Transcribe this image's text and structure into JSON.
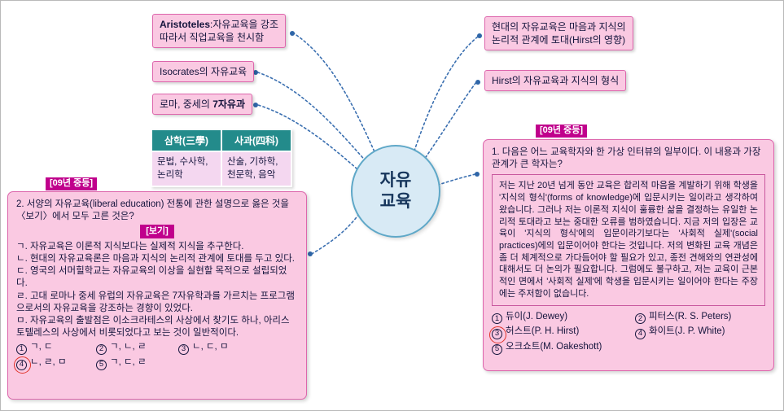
{
  "colors": {
    "pink_fill": "#FAC9E2",
    "pink_border": "#DD66AC",
    "magenta_label": "#C0008C",
    "teal_header": "#238B8B",
    "table_body_pink": "#F4D7F0",
    "circle_fill": "#D8EAF5",
    "circle_border": "#5FA8C8",
    "connector_blue": "#3A6FB0",
    "answer_ring_red": "#E03228"
  },
  "center_node": {
    "line1": "자유",
    "line2": "교육"
  },
  "nodes": {
    "aristoteles": {
      "bold": "Aristoteles",
      "rest": ":자유교육을 강조",
      "line2": "따라서 직업교육을 천시함"
    },
    "isocrates": {
      "label": "Isocrates의 자유교육"
    },
    "roma": {
      "prefix": "로마, 중세의 ",
      "bold": "7자유과"
    },
    "modern": {
      "line1": "현대의 자유교육은 마음과 지식의",
      "line2": "논리적 관계에 토대(Hirst의 영향)"
    },
    "hirst": {
      "label": "Hirst의 자유교육과 지식의 형식"
    }
  },
  "table": {
    "headers": [
      "삼학(三學)",
      "사과(四科)"
    ],
    "row": [
      "문법, 수사학, 논리학",
      "산술, 기하학, 천문학, 음악"
    ]
  },
  "question2": {
    "tag": "[09년 중등]",
    "stem": "2. 서양의 자유교육(liberal education) 전통에 관한 설명으로 옳은 것을 〈보기〉에서 모두 고른 것은?",
    "boki": "[보기]",
    "items": [
      "ㄱ. 자유교육은 이론적 지식보다는 실제적 지식을 추구한다.",
      "ㄴ. 현대의 자유교육론은 마음과 지식의 논리적 관계에 토대를 두고 있다.",
      "ㄷ. 영국의 서머힐학교는 자유교육의 이상을 실현할 목적으로 설립되었다.",
      "ㄹ. 고대 로마나 중세 유럽의 자유교육은 7자유학과를 가르치는 프로그램으로서의 자유교육을 강조하는 경향이 있었다.",
      "ㅁ. 자유교육의 출발점은 이소크라테스의 사상에서 찾기도 하나, 아리스토텔레스의 사상에서 비롯되었다고 보는 것이 일반적이다."
    ],
    "options": [
      {
        "num": "1",
        "text": "ㄱ, ㄷ"
      },
      {
        "num": "2",
        "text": "ㄱ, ㄴ, ㄹ"
      },
      {
        "num": "3",
        "text": "ㄴ, ㄷ, ㅁ"
      },
      {
        "num": "4",
        "text": "ㄴ, ㄹ, ㅁ"
      },
      {
        "num": "5",
        "text": "ㄱ, ㄷ, ㄹ"
      }
    ],
    "answer_num": "4"
  },
  "question1": {
    "tag": "[09년 중등]",
    "stem": "1. 다음은 어느 교육학자와 한 가상 인터뷰의 일부이다. 이 내용과 가장 관계가 큰 학자는?",
    "passage": "저는 지난 20년 넘게 동안 교육은 합리적 마음을 계발하기 위해 학생을 '지식의 형식'(forms of knowledge)에 입문시키는 일이라고 생각하여 왔습니다. 그러나 저는 이론적 지식이 훌륭한 삶을 결정하는 유일한 논리적 토대라고 보는 중대한 오류를 범하였습니다. 지금 저의 입장은 교육이 '지식의 형식'에의 입문이라기보다는 '사회적 실제'(social practices)에의 입문이어야 한다는 것입니다. 저의 변화된 교육 개념은 좀 더 체계적으로 가다듬어야 할 필요가 있고, 종전 견해와의 연관성에 대해서도 더 논의가 필요합니다. 그럼에도 불구하고, 저는 교육이 근본적인 면에서 '사회적 실제'에 학생을 입문시키는 일이어야 한다는 주장에는 주저함이 없습니다.",
    "options": [
      {
        "num": "1",
        "text": "듀이(J. Dewey)"
      },
      {
        "num": "2",
        "text": "피터스(R. S. Peters)"
      },
      {
        "num": "3",
        "text": "허스트(P. H. Hirst)"
      },
      {
        "num": "4",
        "text": "화이트(J. P. White)"
      },
      {
        "num": "5",
        "text": "오크쇼트(M. Oakeshott)"
      }
    ],
    "answer_num": "3"
  }
}
